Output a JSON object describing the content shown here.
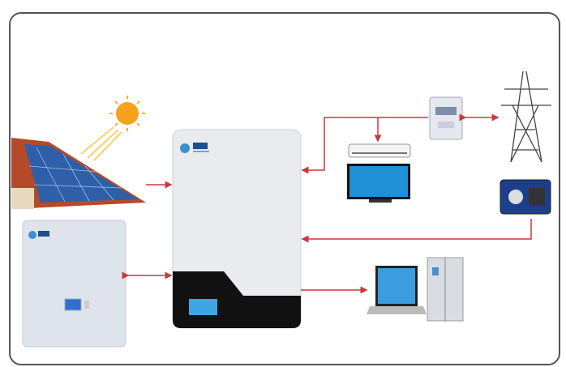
{
  "diagram": {
    "components": [
      "solar-panel",
      "sun",
      "hybrid-inverter",
      "lithium-battery",
      "electric-meter",
      "power-grid-tower",
      "air-conditioner",
      "television",
      "generator",
      "laptop",
      "refrigerator"
    ],
    "colors": {
      "arrow": "#c8393c",
      "frame": "#555555",
      "inverter_body": "#e9ebef",
      "inverter_panel": "#111111",
      "screen": "#3fa6e6"
    }
  }
}
